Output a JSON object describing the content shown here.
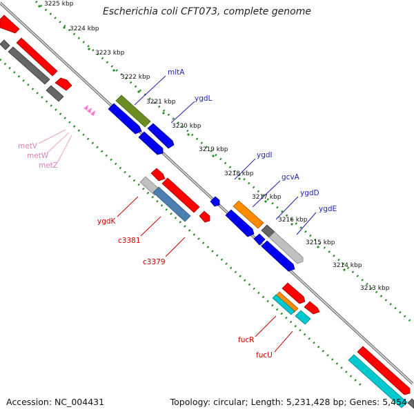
{
  "title": "Escherichia coli CFT073, complete genome",
  "footer": {
    "accession": "Accession: NC_004431",
    "topology": "Topology: circular; Length: 5,231,428 bp; Genes: 5,454"
  },
  "colors": {
    "background": "#ffffff",
    "backbone": "#808080",
    "ruler_dots": "#228b22",
    "gene_forward_label": "#1f1fb3",
    "gene_reverse_label": "#cc0000",
    "rna_label": "#e07ab8",
    "red": "#ff0000",
    "blue": "#0000ee",
    "dark_gray": "#666666",
    "light_gray": "#c0c0c0",
    "olive": "#6b8e23",
    "orange": "#ff8c00",
    "cyan": "#00c8d0",
    "steel": "#4a7fb0",
    "pink": "#ff77cc"
  },
  "ticks": [
    "3225 kbp",
    "3224 kbp",
    "3223 kbp",
    "3222 kbp",
    "3221 kbp",
    "3220 kbp",
    "3219 kbp",
    "3218 kbp",
    "3217 kbp",
    "3216 kbp",
    "3215 kbp",
    "3214 kbp",
    "3213 kbp"
  ],
  "labels": [
    {
      "text": "mltA",
      "side": "forward"
    },
    {
      "text": "ygdL",
      "side": "forward"
    },
    {
      "text": "ygdI",
      "side": "forward"
    },
    {
      "text": "gcvA",
      "side": "forward"
    },
    {
      "text": "ygdD",
      "side": "forward"
    },
    {
      "text": "ygdE",
      "side": "forward"
    },
    {
      "text": "ygdK",
      "side": "reverse"
    },
    {
      "text": "c3381",
      "side": "reverse"
    },
    {
      "text": "c3379",
      "side": "reverse"
    },
    {
      "text": "fucR",
      "side": "reverse"
    },
    {
      "text": "fucU",
      "side": "reverse"
    },
    {
      "text": "metV",
      "side": "rna"
    },
    {
      "text": "metW",
      "side": "rna"
    },
    {
      "text": "metZ",
      "side": "rna"
    }
  ]
}
